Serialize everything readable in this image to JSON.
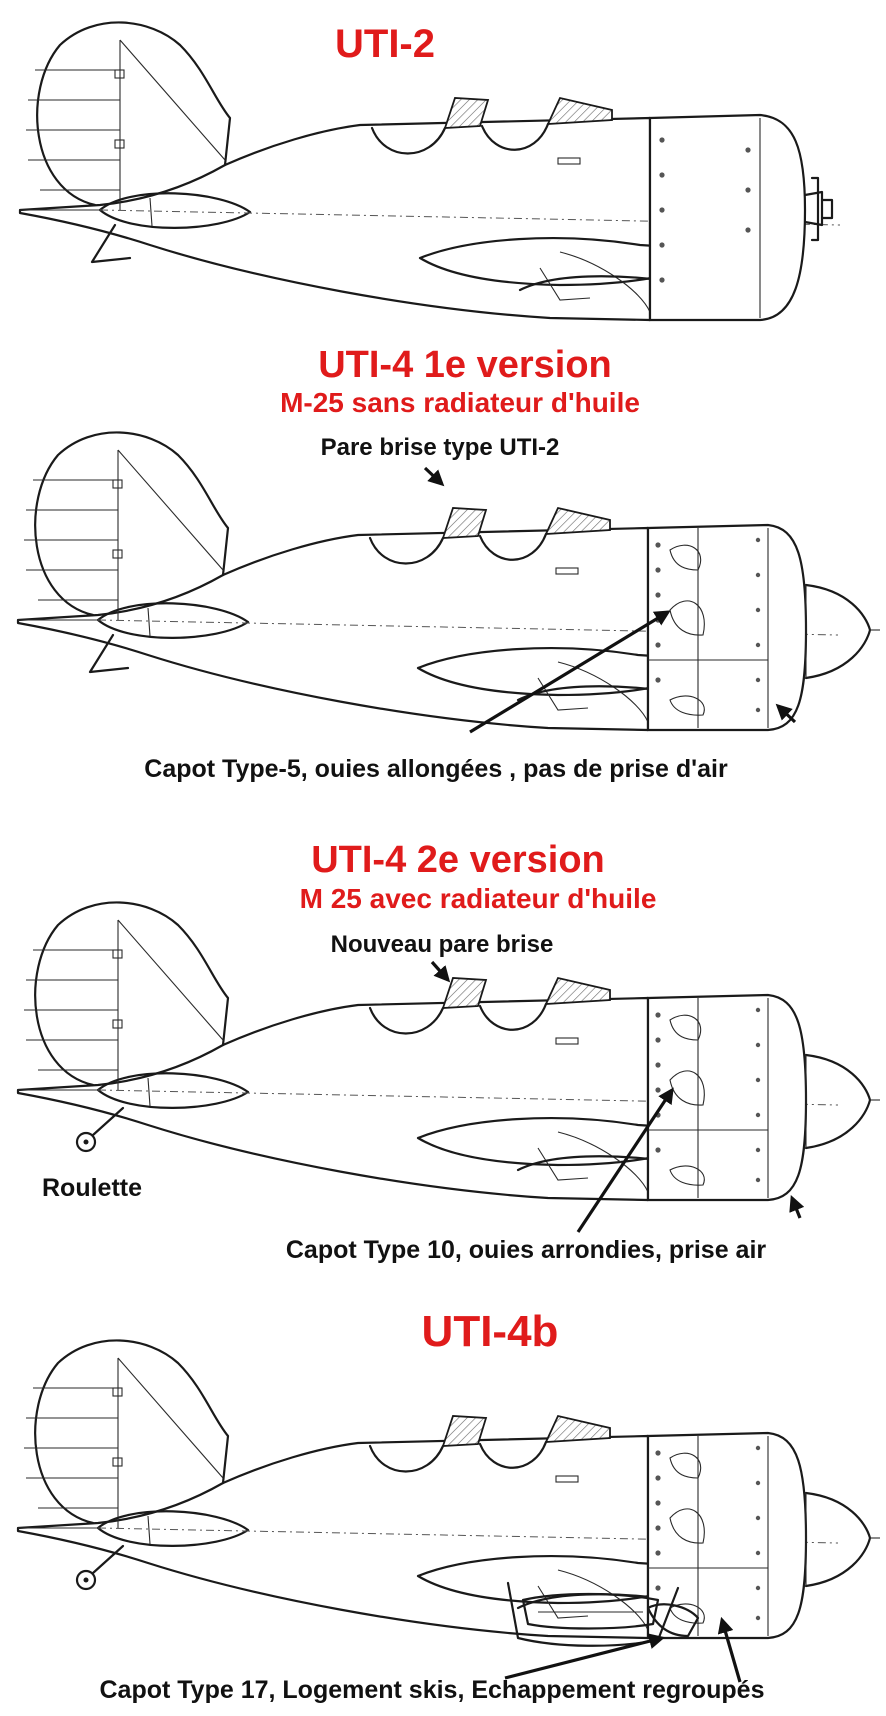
{
  "variants": [
    {
      "id": "uti-2",
      "title": "UTI-2",
      "subtitle": "",
      "callouts": [],
      "features": {
        "cowling": "short",
        "propeller": "boss",
        "tail_wheel": false,
        "ski_bay": false
      }
    },
    {
      "id": "uti-4-v1",
      "title": "UTI-4 1e version",
      "subtitle": "M-25 sans radiateur d'huile",
      "callouts": [
        {
          "id": "windscreen",
          "text": "Pare brise type UTI-2"
        },
        {
          "id": "cowling",
          "text": "Capot Type-5, ouies allongées , pas de prise d'air"
        }
      ],
      "features": {
        "cowling": "long",
        "propeller": "spinner",
        "tail_wheel": false,
        "ski_bay": false
      }
    },
    {
      "id": "uti-4-v2",
      "title": "UTI-4 2e version",
      "subtitle": "M 25 avec radiateur d'huile",
      "callouts": [
        {
          "id": "windscreen",
          "text": "Nouveau pare brise"
        },
        {
          "id": "tailwheel",
          "text": "Roulette"
        },
        {
          "id": "cowling",
          "text": "Capot Type 10, ouies arrondies, prise air"
        }
      ],
      "features": {
        "cowling": "long",
        "propeller": "spinner",
        "tail_wheel": true,
        "ski_bay": false
      }
    },
    {
      "id": "uti-4b",
      "title": "UTI-4b",
      "subtitle": "",
      "callouts": [
        {
          "id": "cowling",
          "text": "Capot Type 17, Logement skis, Echappement regroupés"
        }
      ],
      "features": {
        "cowling": "long",
        "propeller": "spinner",
        "tail_wheel": true,
        "ski_bay": true
      }
    }
  ],
  "colors": {
    "title": "#e01b1b",
    "text": "#111111",
    "line": "#1a1a1a",
    "background": "#ffffff"
  }
}
